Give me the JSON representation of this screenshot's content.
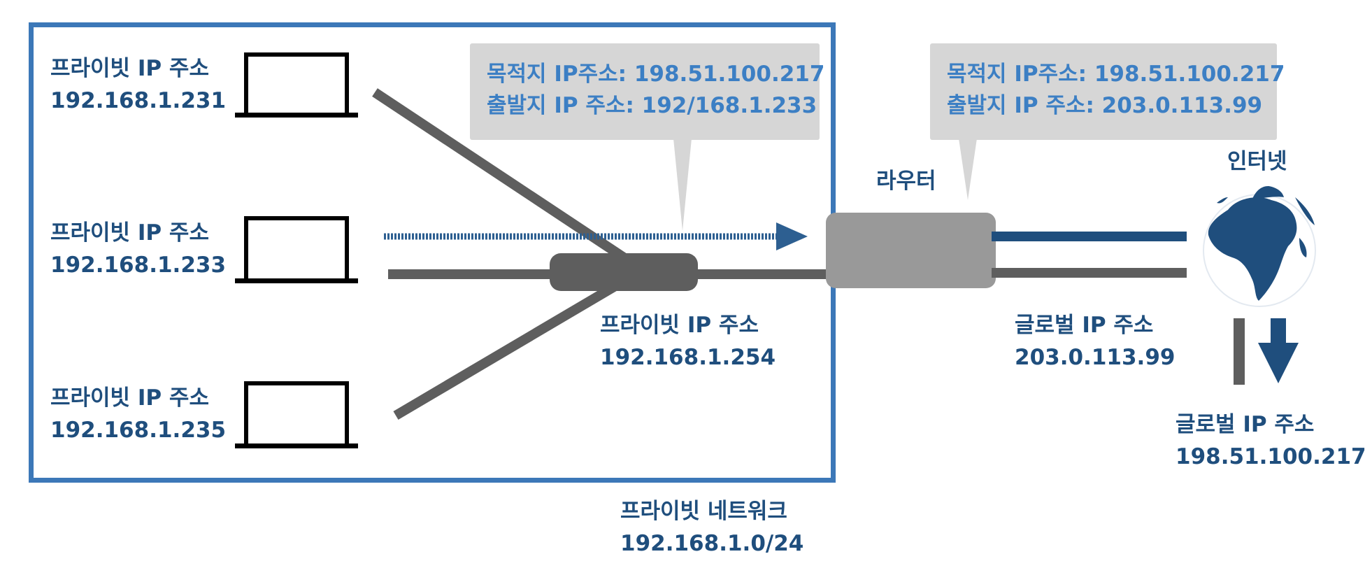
{
  "private_network": {
    "title": "프라이빗 네트워크",
    "cidr": "192.168.1.0/24"
  },
  "hosts": [
    {
      "label": "프라이빗 IP 주소",
      "ip": "192.168.1.231"
    },
    {
      "label": "프라이빗 IP 주소",
      "ip": "192.168.1.233"
    },
    {
      "label": "프라이빗 IP 주소",
      "ip": "192.168.1.235"
    }
  ],
  "switch": {
    "label": "프라이빗 IP 주소",
    "ip": "192.168.1.254"
  },
  "callout_inside": {
    "dest": "목적지 IP주소: 198.51.100.217",
    "src": "출발지 IP 주소: 192/168.1.233"
  },
  "callout_outside": {
    "dest": "목적지 IP주소: 198.51.100.217",
    "src": "출발지 IP 주소: 203.0.113.99"
  },
  "router": {
    "title": "라우터",
    "label": "글로벌 IP 주소",
    "ip": "203.0.113.99"
  },
  "internet": {
    "title": "인터넷"
  },
  "destination": {
    "label": "글로벌 IP 주소",
    "ip": "198.51.100.217"
  },
  "colors": {
    "navy": "#1f4e7d",
    "accent_blue": "#3c78b8",
    "callout_text": "#3c7fc4",
    "gray_line": "#5e5e5e",
    "router_gray": "#999999",
    "callout_bg": "#d6d6d6"
  },
  "icons": [
    "laptop-icon",
    "globe-icon",
    "arrow-right-icon",
    "arrow-down-icon"
  ]
}
